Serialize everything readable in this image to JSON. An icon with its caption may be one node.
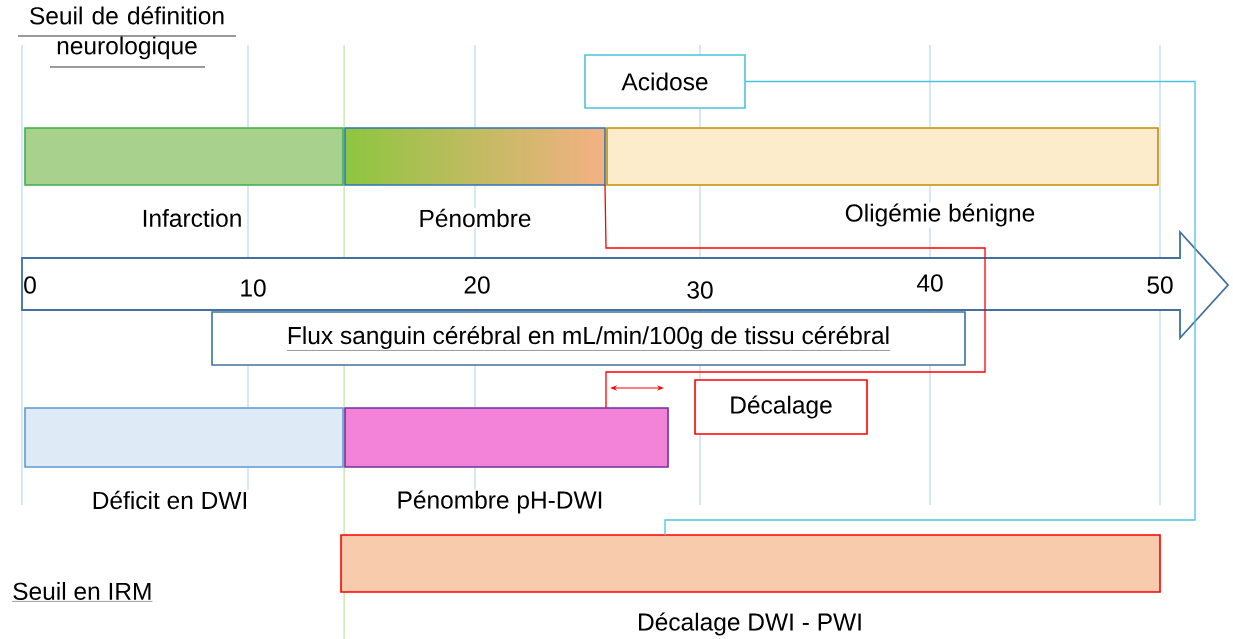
{
  "diagram": {
    "nodes": [
      {
        "text": [
          "Infarction"
        ]
      },
      {
        "text": [
          "Pénombre"
        ]
      },
      {
        "text": [
          "Oligémie bénigne"
        ]
      },
      {
        "text": [
          "Acidose"
        ]
      },
      {
        "text": [
          "Flux sanguin cérébral en mL/min/100g de tissu cérébral"
        ]
      },
      {
        "text": [
          "Déficit en DWI"
        ]
      },
      {
        "text": [
          "Pénombre pH-DWI"
        ]
      },
      {
        "text": [
          "Décalage"
        ]
      },
      {
        "text": [
          "Décalage DWI - PWI"
        ]
      }
    ],
    "edges": [
      {
        "from": 1,
        "to": 6,
        "arrow": "none",
        "color": "#ff0000"
      },
      {
        "from": 3,
        "to": 8,
        "arrow": "none",
        "color": "#4dc3d9"
      }
    ],
    "labels": [
      "Seuil de définition neurologique",
      "0",
      "10",
      "20",
      "30",
      "40",
      "50",
      "Seuil en IRM"
    ]
  }
}
